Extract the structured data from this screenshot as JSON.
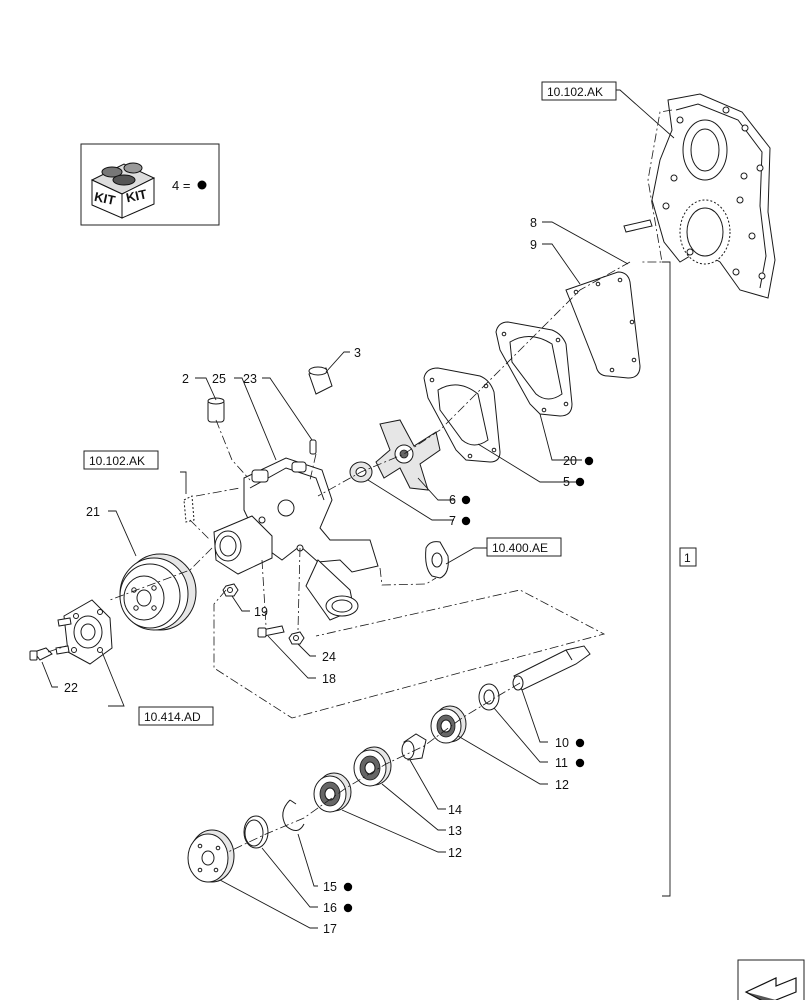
{
  "kit": {
    "label_left": "KIT",
    "label_right": "KIT",
    "equation": "4 ="
  },
  "references": {
    "engine_cover": "10.102.AK",
    "housing_side": "10.102.AK",
    "gasket_ref": "10.400.AE",
    "hub_ref": "10.414.AD",
    "bracket_number": "1"
  },
  "callouts": {
    "c2": "2",
    "c3": "3",
    "c5": "5",
    "c6": "6",
    "c7": "7",
    "c8": "8",
    "c9": "9",
    "c10": "10",
    "c11": "11",
    "c12a": "12",
    "c12b": "12",
    "c13": "13",
    "c14": "14",
    "c15": "15",
    "c16": "16",
    "c17": "17",
    "c18": "18",
    "c19": "19",
    "c20": "20",
    "c21": "21",
    "c22": "22",
    "c23": "23",
    "c24": "24",
    "c25": "25"
  },
  "colors": {
    "line": "#1a1a1a",
    "kit_marker": "#000000",
    "background": "#ffffff"
  },
  "icons": {
    "kit": "kit-box-icon",
    "navigation": "next-page-arrow-icon"
  }
}
